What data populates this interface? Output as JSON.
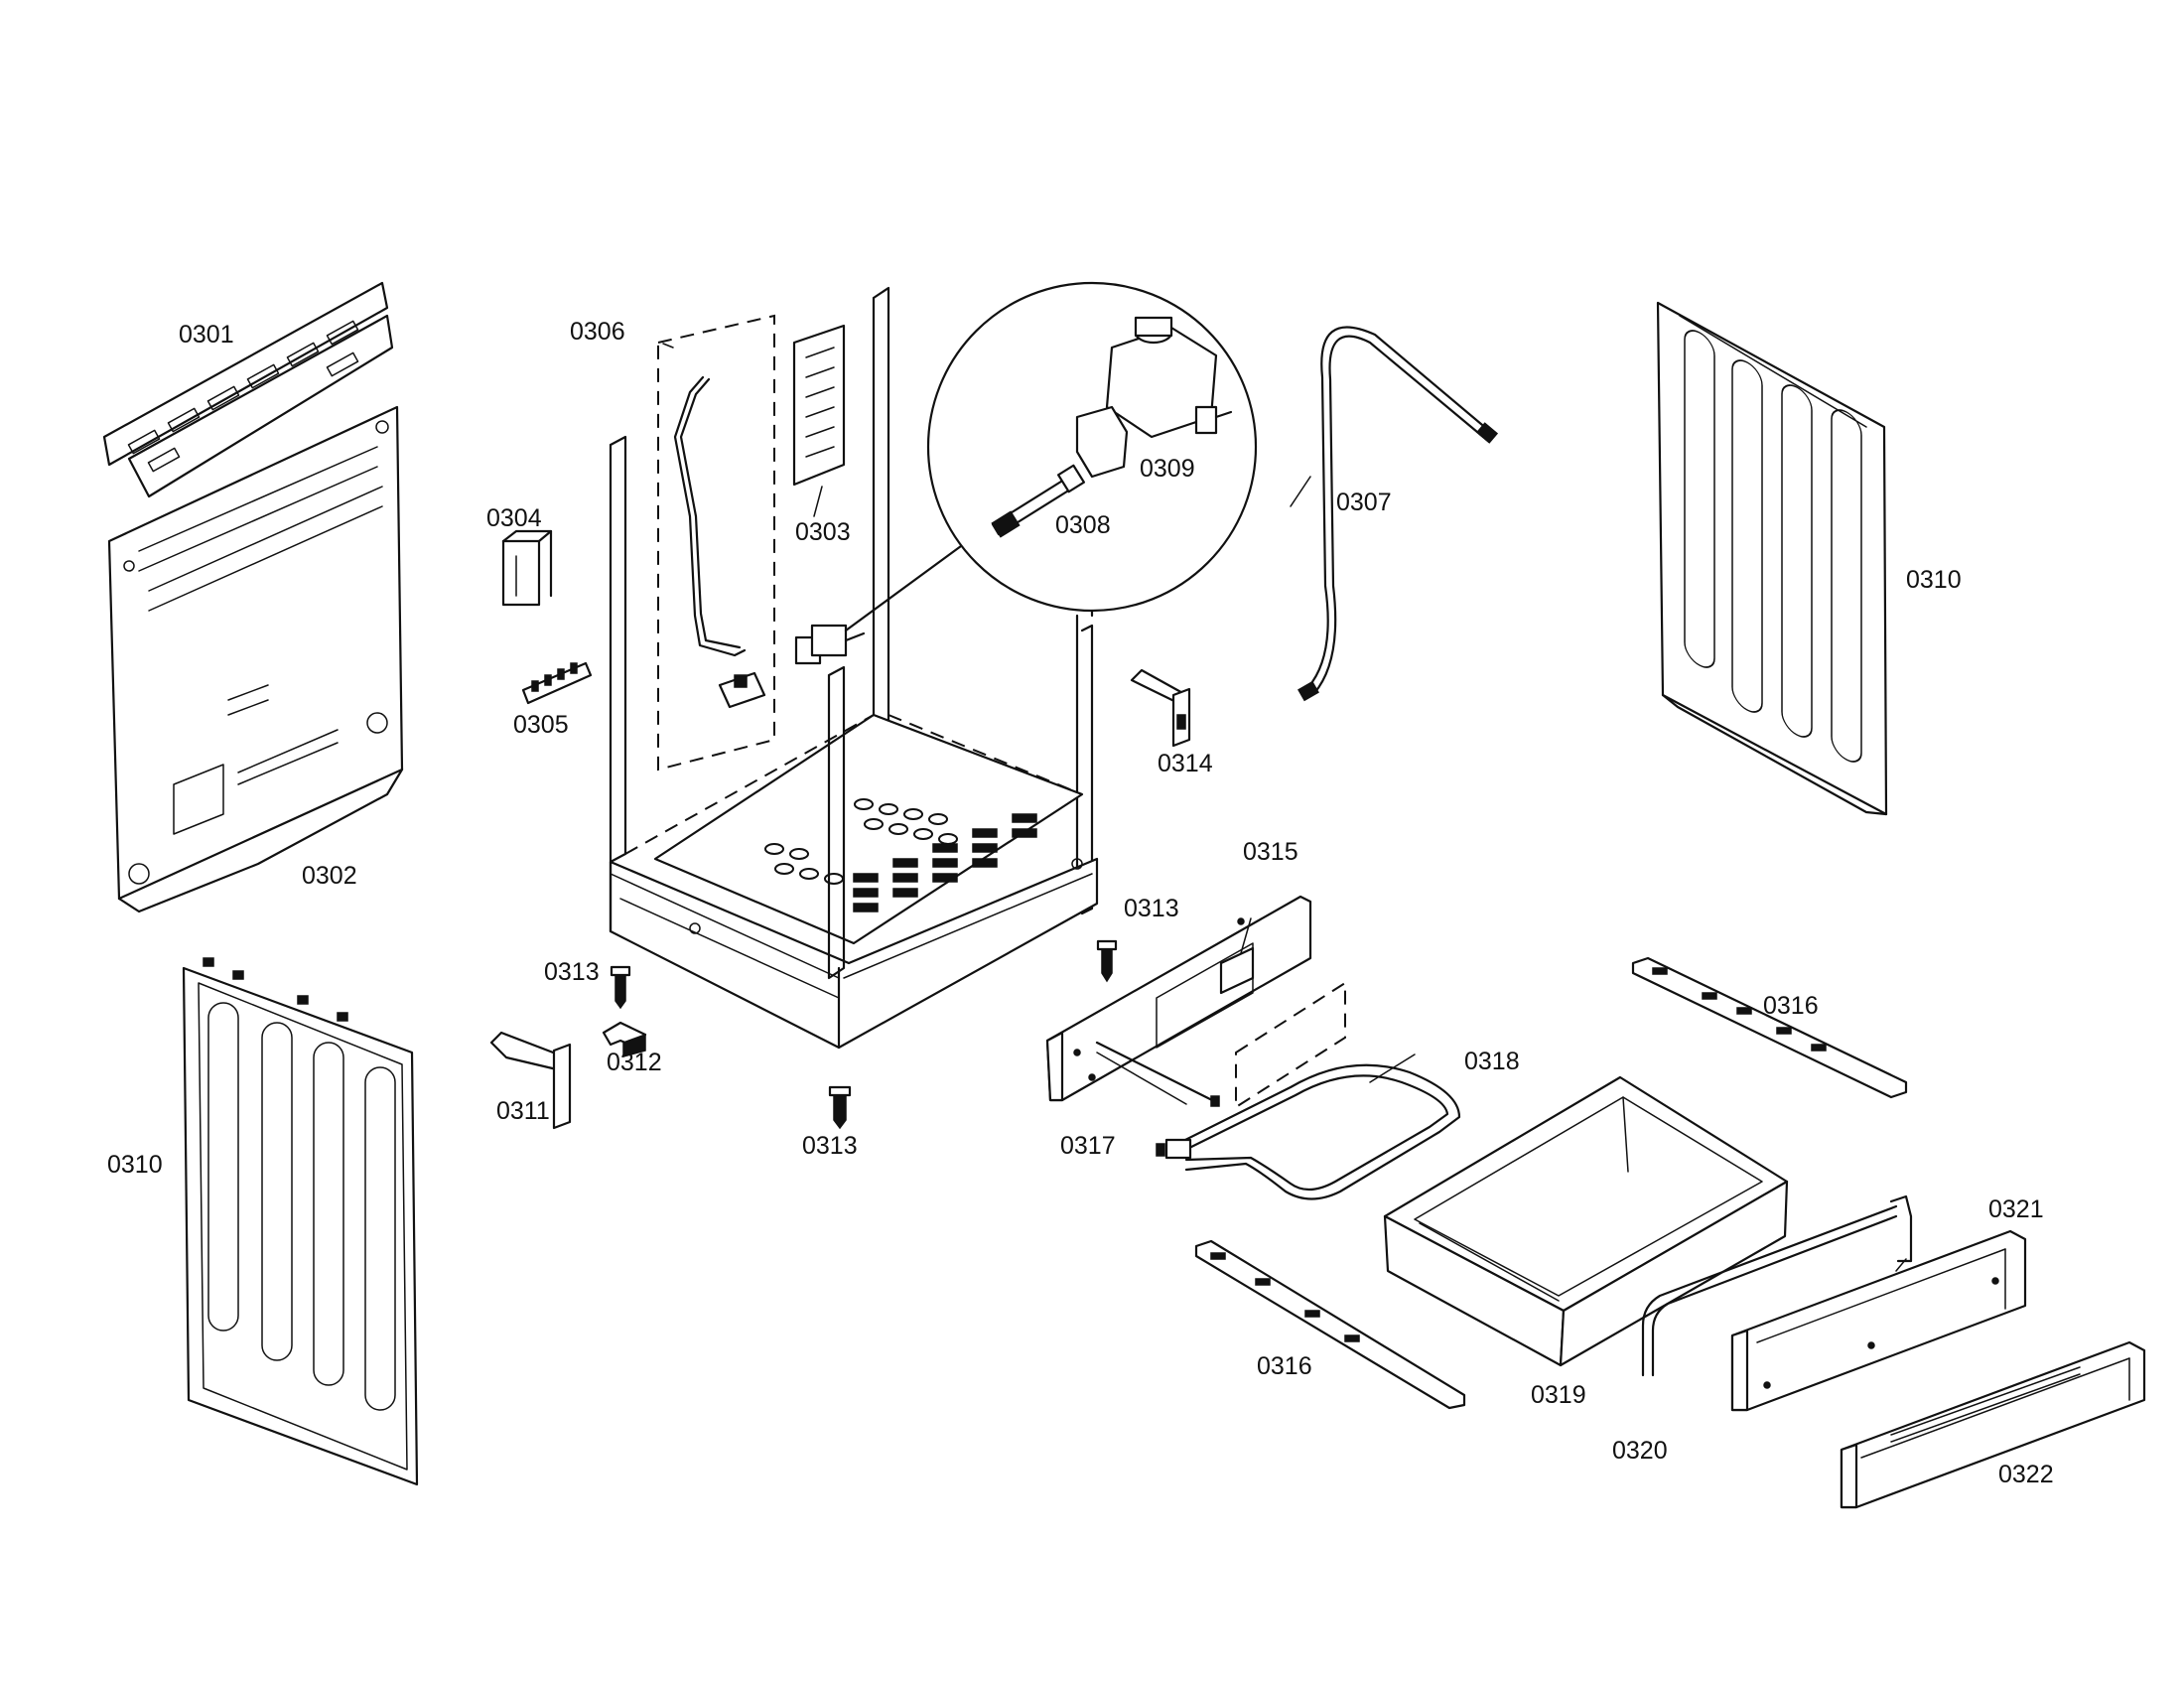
{
  "labels": {
    "l0301": "0301",
    "l0302": "0302",
    "l0303": "0303",
    "l0304": "0304",
    "l0305": "0305",
    "l0306": "0306",
    "l0307": "0307",
    "l0308": "0308",
    "l0309": "0309",
    "l0310a": "0310",
    "l0310b": "0310",
    "l0311": "0311",
    "l0312": "0312",
    "l0313a": "0313",
    "l0313b": "0313",
    "l0313c": "0313",
    "l0314": "0314",
    "l0315": "0315",
    "l0316a": "0316",
    "l0316b": "0316",
    "l0317": "0317",
    "l0318": "0318",
    "l0319": "0319",
    "l0320": "0320",
    "l0321": "0321",
    "l0322": "0322"
  }
}
